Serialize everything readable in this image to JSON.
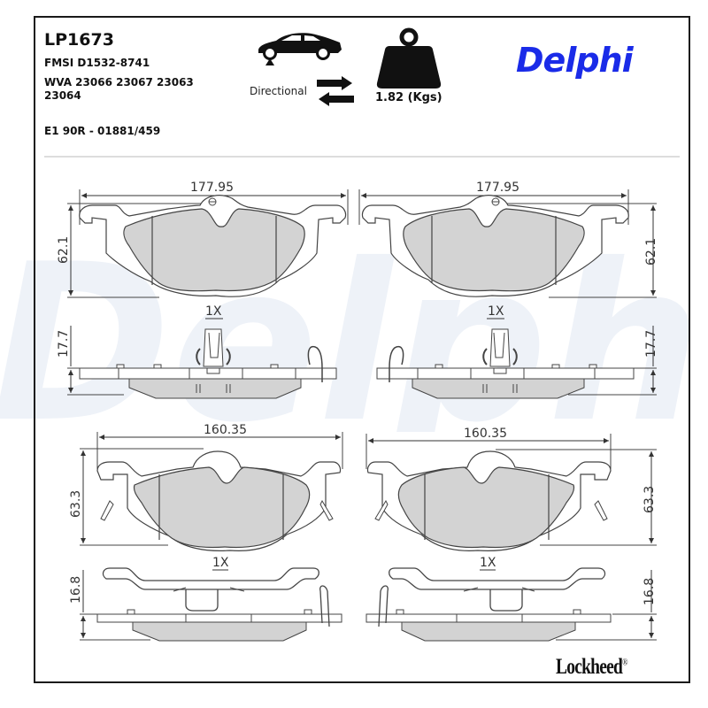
{
  "header": {
    "part_number": "LP1673",
    "fmsi": "FMSI D1532-8741",
    "wva": "WVA 23066 23067 23063 23064",
    "ece": "E1 90R - 01881/459",
    "directional_label": "Directional",
    "weight": "1.82 (Kgs)",
    "brand": "Delphi",
    "watermark": "Delphi"
  },
  "icons": {
    "car": "car-front-axle-icon",
    "arrows": "directional-arrows-icon",
    "weight": "weight-icon"
  },
  "drawings": {
    "front_left": {
      "width": "177.95",
      "height": "62.1"
    },
    "front_right": {
      "width": "177.95",
      "height": "62.1"
    },
    "front_side_left": {
      "qty": "1X",
      "thickness": "17.7"
    },
    "front_side_right": {
      "qty": "1X",
      "thickness": "17.7"
    },
    "rear_left": {
      "width": "160.35",
      "height": "63.3"
    },
    "rear_right": {
      "width": "160.35",
      "height": "63.3"
    },
    "rear_side_left": {
      "qty": "1X",
      "thickness": "16.8"
    },
    "rear_side_right": {
      "qty": "1X",
      "thickness": "16.8"
    }
  },
  "footer": {
    "brand": "Lockheed",
    "registered": "®"
  },
  "colors": {
    "brand_blue": "#1a2be8",
    "watermark_blue": "#eef2f8",
    "friction": "#d3d3d3",
    "line": "#444444"
  }
}
